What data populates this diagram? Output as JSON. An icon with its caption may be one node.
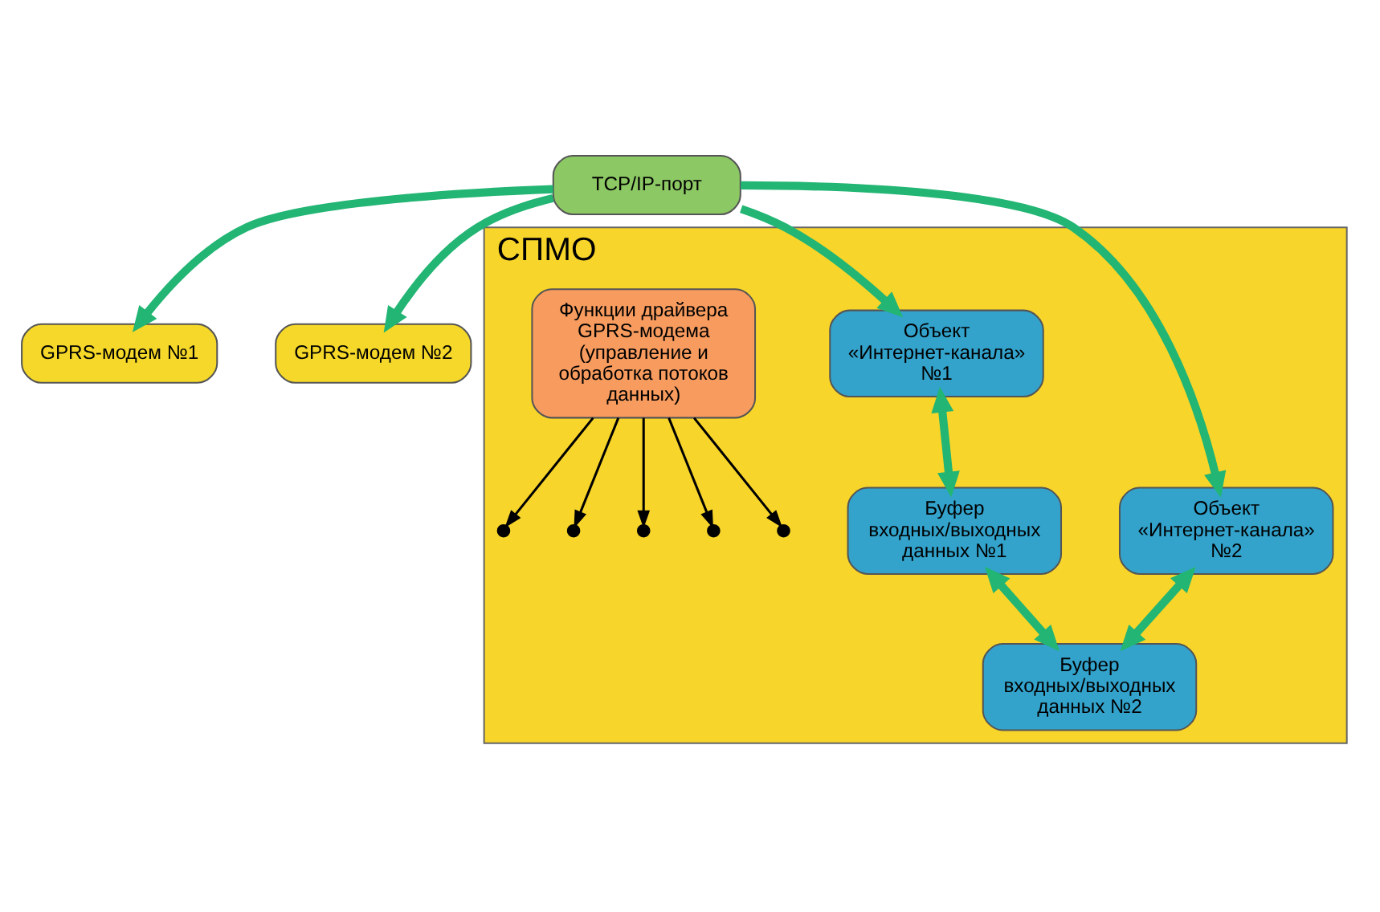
{
  "diagram": {
    "nodes": [
      {
        "text": [
          "GPRS-модем №1"
        ]
      },
      {
        "text": [
          "GPRS-модем №2"
        ]
      },
      {
        "text": [
          "СПМО"
        ]
      },
      {
        "text": [
          "TCP/IP-порт"
        ]
      },
      {
        "text": [
          "Объект «Интернет-канала» №1"
        ],
        "in": 2
      },
      {
        "text": [
          "Объект «Интернет-канала» №2"
        ],
        "in": 2
      },
      {
        "text": [
          "Функции драйвера GPRS-модема (управление и обработка потоков данных)"
        ],
        "in": 2
      },
      {
        "text": [
          "Буфер входных/выходных данных №1"
        ],
        "in": 2
      },
      {
        "text": [
          "Буфер входных/выходных данных №2"
        ],
        "in": 2
      }
    ],
    "edges": [
      {
        "from": 3,
        "to": 0,
        "arrow": "to"
      },
      {
        "from": 3,
        "to": 1,
        "arrow": "to"
      },
      {
        "from": 3,
        "to": 4,
        "arrow": "to"
      },
      {
        "from": 3,
        "to": 5,
        "arrow": "to"
      },
      {
        "from": 4,
        "to": 7,
        "arrow": "both"
      },
      {
        "from": 5,
        "to": 8,
        "arrow": "both"
      },
      {
        "from": 7,
        "to": 8,
        "arrow": "both"
      },
      {
        "from": 6,
        "to": null,
        "arrow": "to",
        "color": "#000000"
      },
      {
        "from": 6,
        "to": null,
        "arrow": "to",
        "color": "#000000"
      },
      {
        "from": 6,
        "to": null,
        "arrow": "to",
        "color": "#000000"
      },
      {
        "from": 6,
        "to": null,
        "arrow": "to",
        "color": "#000000"
      },
      {
        "from": 6,
        "to": null,
        "arrow": "to",
        "color": "#000000"
      }
    ]
  }
}
